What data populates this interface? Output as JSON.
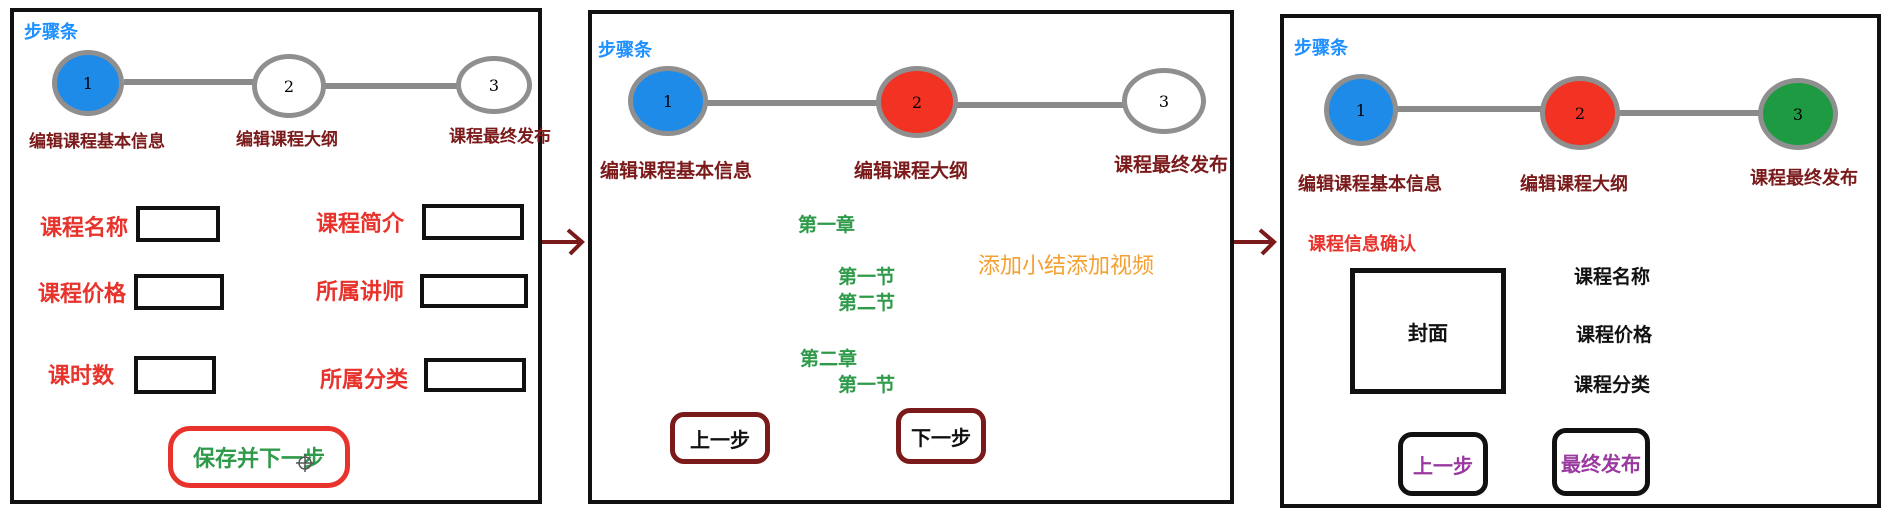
{
  "colors": {
    "step_active_blue": "#1e8be8",
    "step_active_red": "#f23222",
    "step_active_green": "#1e9a43",
    "step_inactive": "#ffffff",
    "label_red": "#e8322c",
    "step_text": "#7a1a1a",
    "chapter_green": "#2e9a4a",
    "accent_orange": "#f5a030",
    "purple": "#9a3aa0"
  },
  "panel1": {
    "stepbar_title": "步骤条",
    "steps": [
      {
        "number": "1",
        "label": "编辑课程基本信息"
      },
      {
        "number": "2",
        "label": "编辑课程大纲"
      },
      {
        "number": "3",
        "label": "课程最终发布"
      }
    ],
    "fields": {
      "course_name": "课程名称",
      "course_intro": "课程简介",
      "course_price": "课程价格",
      "teacher": "所属讲师",
      "lesson_count": "课时数",
      "category": "所属分类"
    },
    "save_next_button": "保存并下一步"
  },
  "panel2": {
    "stepbar_title": "步骤条",
    "steps": [
      {
        "number": "1",
        "label": "编辑课程基本信息"
      },
      {
        "number": "2",
        "label": "编辑课程大纲"
      },
      {
        "number": "3",
        "label": "课程最终发布"
      }
    ],
    "chapter1": "第一章",
    "chapter1_sections": [
      "第一节",
      "第二节"
    ],
    "chapter2": "第二章",
    "chapter2_sections": [
      "第一节"
    ],
    "add_note": "添加小结添加视频",
    "prev_button": "上一步",
    "next_button": "下一步"
  },
  "panel3": {
    "stepbar_title": "步骤条",
    "steps": [
      {
        "number": "1",
        "label": "编辑课程基本信息"
      },
      {
        "number": "2",
        "label": "编辑课程大纲"
      },
      {
        "number": "3",
        "label": "课程最终发布"
      }
    ],
    "confirm_title": "课程信息确认",
    "cover_label": "封面",
    "info": [
      "课程名称",
      "课程价格",
      "课程分类"
    ],
    "prev_button": "上一步",
    "publish_button": "最终发布"
  }
}
